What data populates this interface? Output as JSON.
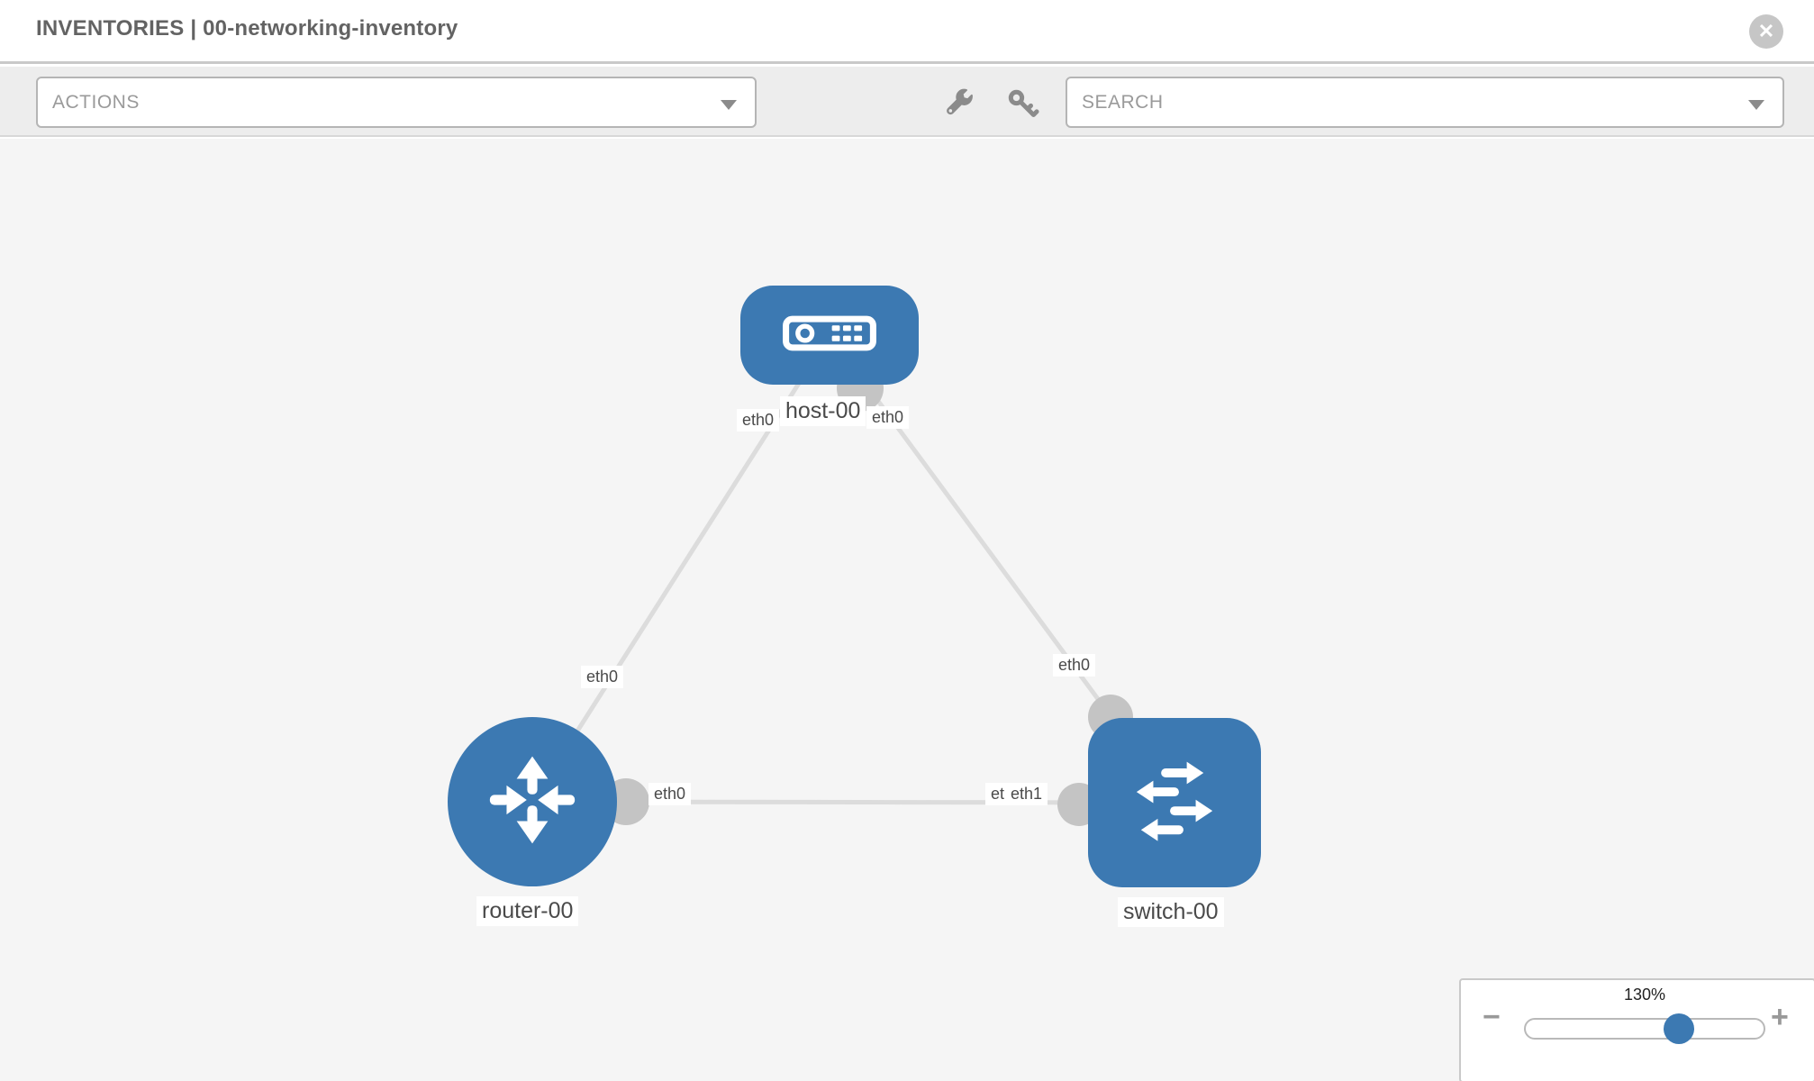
{
  "header": {
    "title": "INVENTORIES | 00-networking-inventory",
    "close_glyph": "✕"
  },
  "toolbar": {
    "actions_label": "ACTIONS",
    "search_placeholder": "SEARCH",
    "icons": [
      "wrench-icon",
      "key-icon"
    ]
  },
  "topology": {
    "nodes": [
      {
        "label": "host-00",
        "type": "host"
      },
      {
        "label": "router-00",
        "type": "router"
      },
      {
        "label": "switch-00",
        "type": "switch"
      }
    ],
    "links": [
      {
        "a": "host-00",
        "b": "router-00",
        "if_a": "eth0",
        "if_b": "eth0"
      },
      {
        "a": "host-00",
        "b": "switch-00",
        "if_a": "eth0",
        "if_b": "eth0"
      },
      {
        "a": "router-00",
        "b": "switch-00",
        "if_a": "eth0",
        "if_b": "eth1",
        "if_b_overlapped": "eth0"
      }
    ]
  },
  "zoom_control": {
    "level": "130%",
    "zoom_out_glyph": "−",
    "zoom_in_glyph": "+"
  },
  "colors": {
    "node_blue": "#3c79b2",
    "link_gray": "#dcdcdc",
    "connector_gray": "#c4c4c4",
    "canvas_bg": "#f5f5f5",
    "toolbar_bg": "#ededed"
  }
}
